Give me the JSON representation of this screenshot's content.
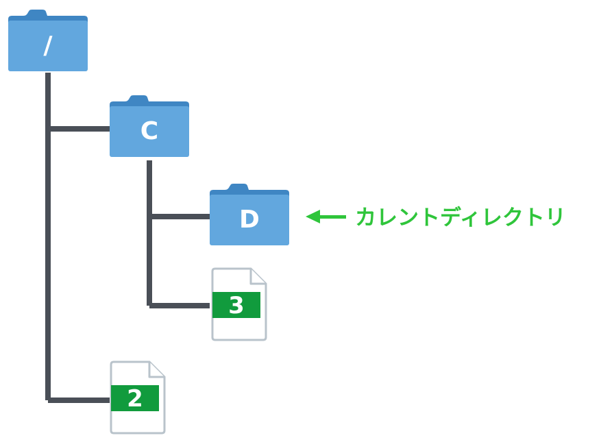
{
  "nodes": {
    "root": {
      "label": "/"
    },
    "c": {
      "label": "C"
    },
    "d": {
      "label": "D"
    },
    "file3": {
      "label": "3"
    },
    "file2": {
      "label": "2"
    }
  },
  "callout": {
    "arrow": "←",
    "text": "カレントディレクトリ"
  },
  "colors": {
    "connector": "#4a4f57",
    "folder_front": "#62a7de",
    "folder_back": "#3f86c3",
    "file_band": "#119b3d",
    "file_outline": "#b9c3cb",
    "callout": "#2fc53b"
  }
}
